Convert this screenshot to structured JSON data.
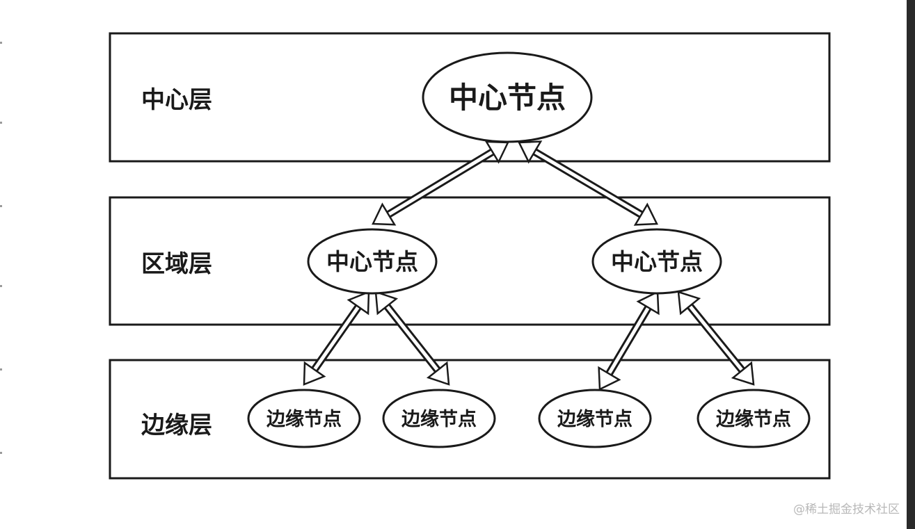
{
  "layers": [
    {
      "id": "center",
      "label": "中心层"
    },
    {
      "id": "region",
      "label": "区域层"
    },
    {
      "id": "edge",
      "label": "边缘层"
    }
  ],
  "nodes": [
    {
      "id": "center-node",
      "label": "中心节点",
      "layer": "center"
    },
    {
      "id": "region-node-1",
      "label": "中心节点",
      "layer": "region"
    },
    {
      "id": "region-node-2",
      "label": "中心节点",
      "layer": "region"
    },
    {
      "id": "edge-node-1",
      "label": "边缘节点",
      "layer": "edge"
    },
    {
      "id": "edge-node-2",
      "label": "边缘节点",
      "layer": "edge"
    },
    {
      "id": "edge-node-3",
      "label": "边缘节点",
      "layer": "edge"
    },
    {
      "id": "edge-node-4",
      "label": "边缘节点",
      "layer": "edge"
    }
  ],
  "edges": [
    {
      "from": "center-node",
      "to": "region-node-1",
      "direction": "bidirectional"
    },
    {
      "from": "center-node",
      "to": "region-node-2",
      "direction": "bidirectional"
    },
    {
      "from": "region-node-1",
      "to": "edge-node-1",
      "direction": "bidirectional"
    },
    {
      "from": "region-node-1",
      "to": "edge-node-2",
      "direction": "bidirectional"
    },
    {
      "from": "region-node-2",
      "to": "edge-node-3",
      "direction": "bidirectional"
    },
    {
      "from": "region-node-2",
      "to": "edge-node-4",
      "direction": "bidirectional"
    }
  ],
  "watermark": "@稀土掘金技术社区"
}
